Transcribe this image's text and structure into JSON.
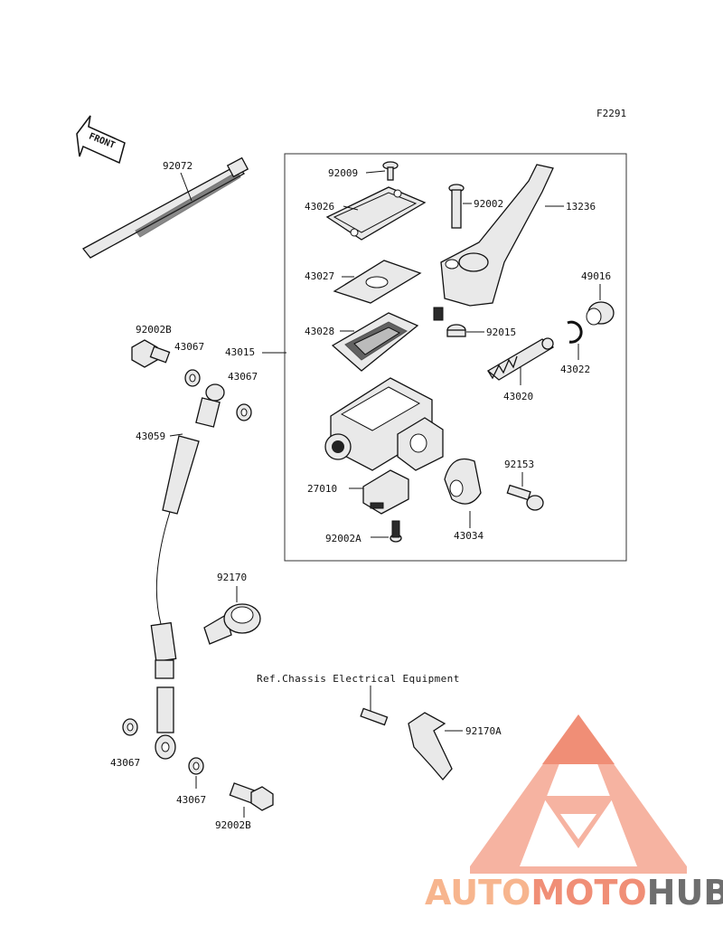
{
  "figure_id": "F2291",
  "front_label": "FRONT",
  "reference_note": "Ref.Chassis Electrical Equipment",
  "watermark": {
    "part1": "AUTO",
    "part2": "MOTO",
    "part3": "HUB",
    "color_light": "#f7b7a3",
    "color_accent": "#f08e76",
    "color_dark": "#6e6e6e"
  },
  "parts": {
    "p92072": "92072",
    "p92009": "92009",
    "p43026": "43026",
    "p92002": "92002",
    "p13236": "13236",
    "p43027": "43027",
    "p49016": "49016",
    "p92002B_top": "92002B",
    "p43067_a": "43067",
    "p43015": "43015",
    "p43028": "43028",
    "p92015": "92015",
    "p43067_b": "43067",
    "p43022": "43022",
    "p43020": "43020",
    "p43059": "43059",
    "p92153": "92153",
    "p27010": "27010",
    "p43034": "43034",
    "p92002A": "92002A",
    "p92170": "92170",
    "p92170A": "92170A",
    "p43067_c": "43067",
    "p43067_d": "43067",
    "p92002B_bot": "92002B"
  }
}
